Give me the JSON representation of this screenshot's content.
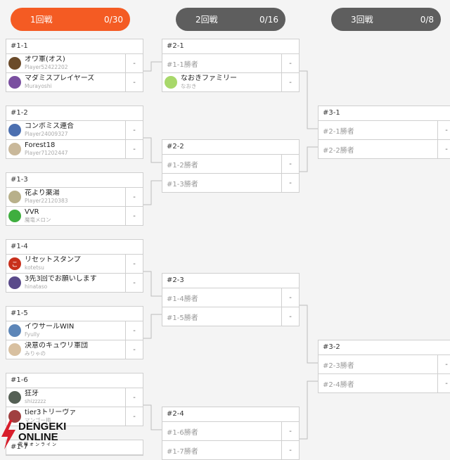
{
  "rounds": [
    {
      "label": "1回戦",
      "count": "0/30"
    },
    {
      "label": "2回戦",
      "count": "0/16"
    },
    {
      "label": "3回戦",
      "count": "0/8"
    }
  ],
  "score_placeholder": "-",
  "matches_r1": [
    {
      "id": "#1-1",
      "p1": {
        "name": "オワ軍(オス)",
        "sub": "Player52422202",
        "avatar_color": "#6b4b2a",
        "avatar_icon": "raccoon-avatar-icon"
      },
      "p2": {
        "name": "マダミスプレイヤーズ",
        "sub": "Murayoshi",
        "avatar_color": "#7a4fa0",
        "avatar_icon": "character-avatar-icon"
      }
    },
    {
      "id": "#1-2",
      "p1": {
        "name": "コンボミス連合",
        "sub": "Player24009327",
        "avatar_color": "#4b6fb0",
        "avatar_icon": "character-avatar-icon"
      },
      "p2": {
        "name": "Forest18",
        "sub": "Player71202447",
        "avatar_color": "#c9b89a",
        "avatar_icon": "dog-avatar-icon"
      }
    },
    {
      "id": "#1-3",
      "p1": {
        "name": "花より薬湯",
        "sub": "Player22120383",
        "avatar_color": "#b8b08a",
        "avatar_icon": "character-avatar-icon"
      },
      "p2": {
        "name": "VVR",
        "sub": "魔竜メロン",
        "avatar_color": "#3fae3f",
        "avatar_icon": "character-avatar-icon"
      }
    },
    {
      "id": "#1-4",
      "p1": {
        "name": "リセットスタンプ",
        "sub": "kotetsu",
        "avatar_color": "#c8301c",
        "avatar_icon": "letter-avatar-icon",
        "avatar_text": "こ"
      },
      "p2": {
        "name": "3先3回でお願いします",
        "sub": "hinataso",
        "avatar_color": "#5a4a8a",
        "avatar_icon": "character-avatar-icon"
      }
    },
    {
      "id": "#1-5",
      "p1": {
        "name": "イウサールWIN",
        "sub": "Fyully",
        "avatar_color": "#5d86b8",
        "avatar_icon": "character-avatar-icon"
      },
      "p2": {
        "name": "決意のキュウリ軍団",
        "sub": "みりゃの",
        "avatar_color": "#d8c0a0",
        "avatar_icon": "character-avatar-icon"
      }
    },
    {
      "id": "#1-6",
      "p1": {
        "name": "狂牙",
        "sub": "shizzzzz",
        "avatar_color": "#556055",
        "avatar_icon": "character-avatar-icon"
      },
      "p2": {
        "name": "tier3トリーヴァ",
        "sub": "マンゴー梅",
        "avatar_color": "#a04040",
        "avatar_icon": "character-avatar-icon"
      }
    },
    {
      "id": "#1-7"
    }
  ],
  "matches_r2": [
    {
      "id": "#2-1",
      "p1": {
        "placeholder": "#1-1勝者"
      },
      "p2": {
        "name": "なおきファミリー",
        "sub": "なおき",
        "avatar_color": "#a8d86a",
        "avatar_icon": "character-avatar-icon"
      }
    },
    {
      "id": "#2-2",
      "p1": {
        "placeholder": "#1-2勝者"
      },
      "p2": {
        "placeholder": "#1-3勝者"
      }
    },
    {
      "id": "#2-3",
      "p1": {
        "placeholder": "#1-4勝者"
      },
      "p2": {
        "placeholder": "#1-5勝者"
      }
    },
    {
      "id": "#2-4",
      "p1": {
        "placeholder": "#1-6勝者"
      },
      "p2": {
        "placeholder": "#1-7勝者"
      }
    }
  ],
  "matches_r3": [
    {
      "id": "#3-1",
      "p1": {
        "placeholder": "#2-1勝者"
      },
      "p2": {
        "placeholder": "#2-2勝者"
      }
    },
    {
      "id": "#3-2",
      "p1": {
        "placeholder": "#2-3勝者"
      },
      "p2": {
        "placeholder": "#2-4勝者"
      }
    }
  ],
  "watermark": {
    "line1": "DENGEKI",
    "line2": "ONLINE",
    "line3": "電撃オンライン"
  }
}
